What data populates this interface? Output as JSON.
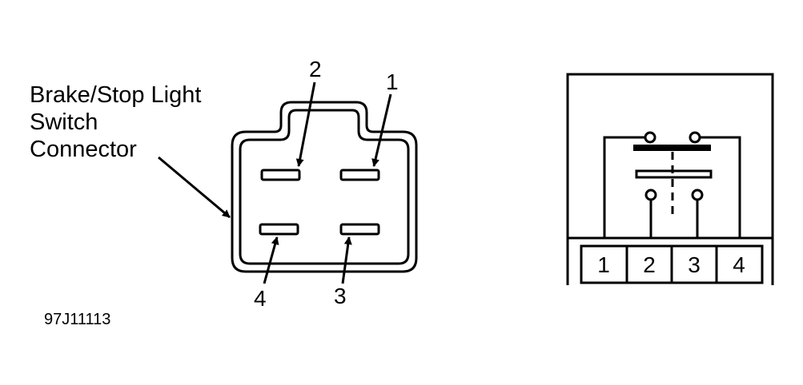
{
  "connector_label": {
    "line1": "Brake/Stop Light",
    "line2": "Switch",
    "line3": "Connector"
  },
  "pin_callouts": {
    "pin1": "1",
    "pin2": "2",
    "pin3": "3",
    "pin4": "4"
  },
  "figure_id": "97J11113",
  "switch_terminals": [
    "1",
    "2",
    "3",
    "4"
  ]
}
